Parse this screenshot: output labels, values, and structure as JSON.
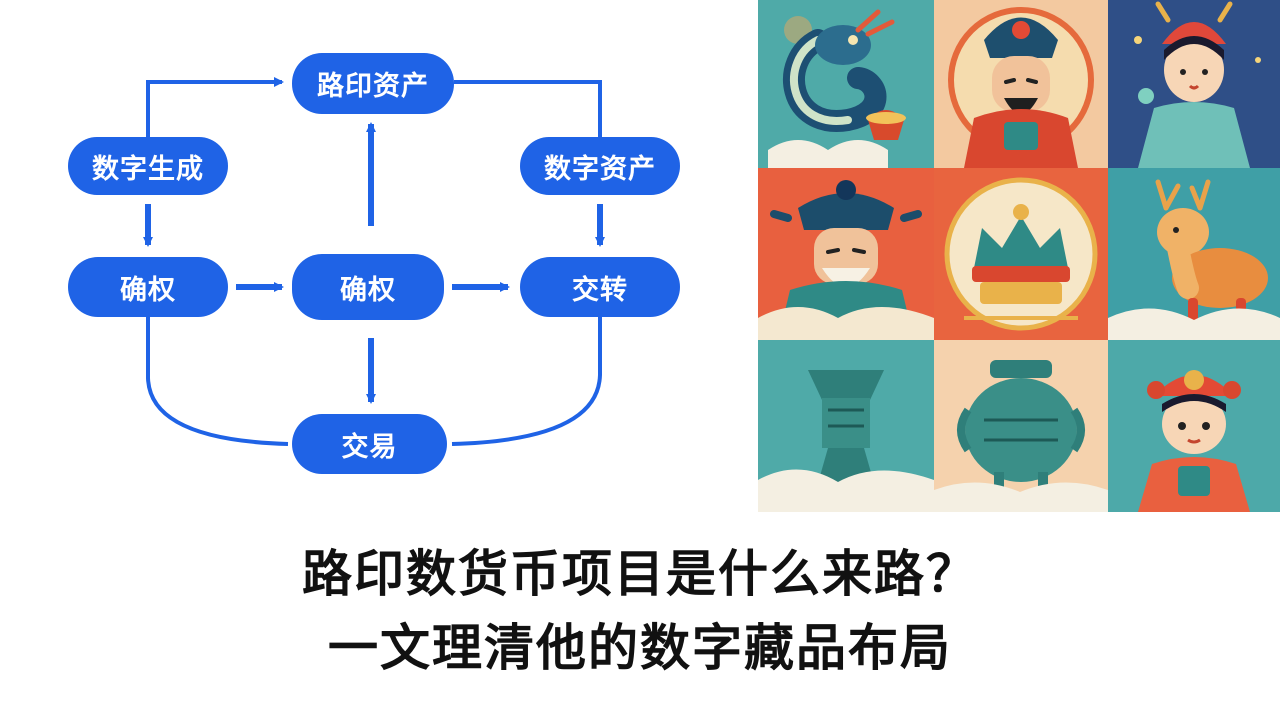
{
  "diagram": {
    "nodes": {
      "luyin_asset": "路印资产",
      "digital_generation": "数字生成",
      "digital_asset": "数字资产",
      "rights_left": "确权",
      "rights_center": "确权",
      "transfer": "交转",
      "trade": "交易"
    },
    "colors": {
      "node_fill": "#1f63e6",
      "node_text": "#ffffff",
      "connector": "#1f63e6"
    }
  },
  "gallery": {
    "tiles": [
      {
        "subject": "dragon-icon",
        "bg": "#4faaa8"
      },
      {
        "subject": "deity-guardian-icon",
        "bg": "#f3c9a0"
      },
      {
        "subject": "deity-maiden-icon",
        "bg": "#2f4f87"
      },
      {
        "subject": "official-figure-icon",
        "bg": "#e8603f"
      },
      {
        "subject": "crown-emblem-icon",
        "bg": "#e8643f"
      },
      {
        "subject": "deer-icon",
        "bg": "#3f9fa6"
      },
      {
        "subject": "bronze-vessel-icon",
        "bg": "#4faaa8"
      },
      {
        "subject": "bronze-ding-icon",
        "bg": "#f5d2ad"
      },
      {
        "subject": "child-deity-icon",
        "bg": "#4da9a9"
      }
    ]
  },
  "headline": {
    "line1": "路印数货币项目是什么来路？",
    "line2": "一文理清他的数字藏品布局"
  }
}
